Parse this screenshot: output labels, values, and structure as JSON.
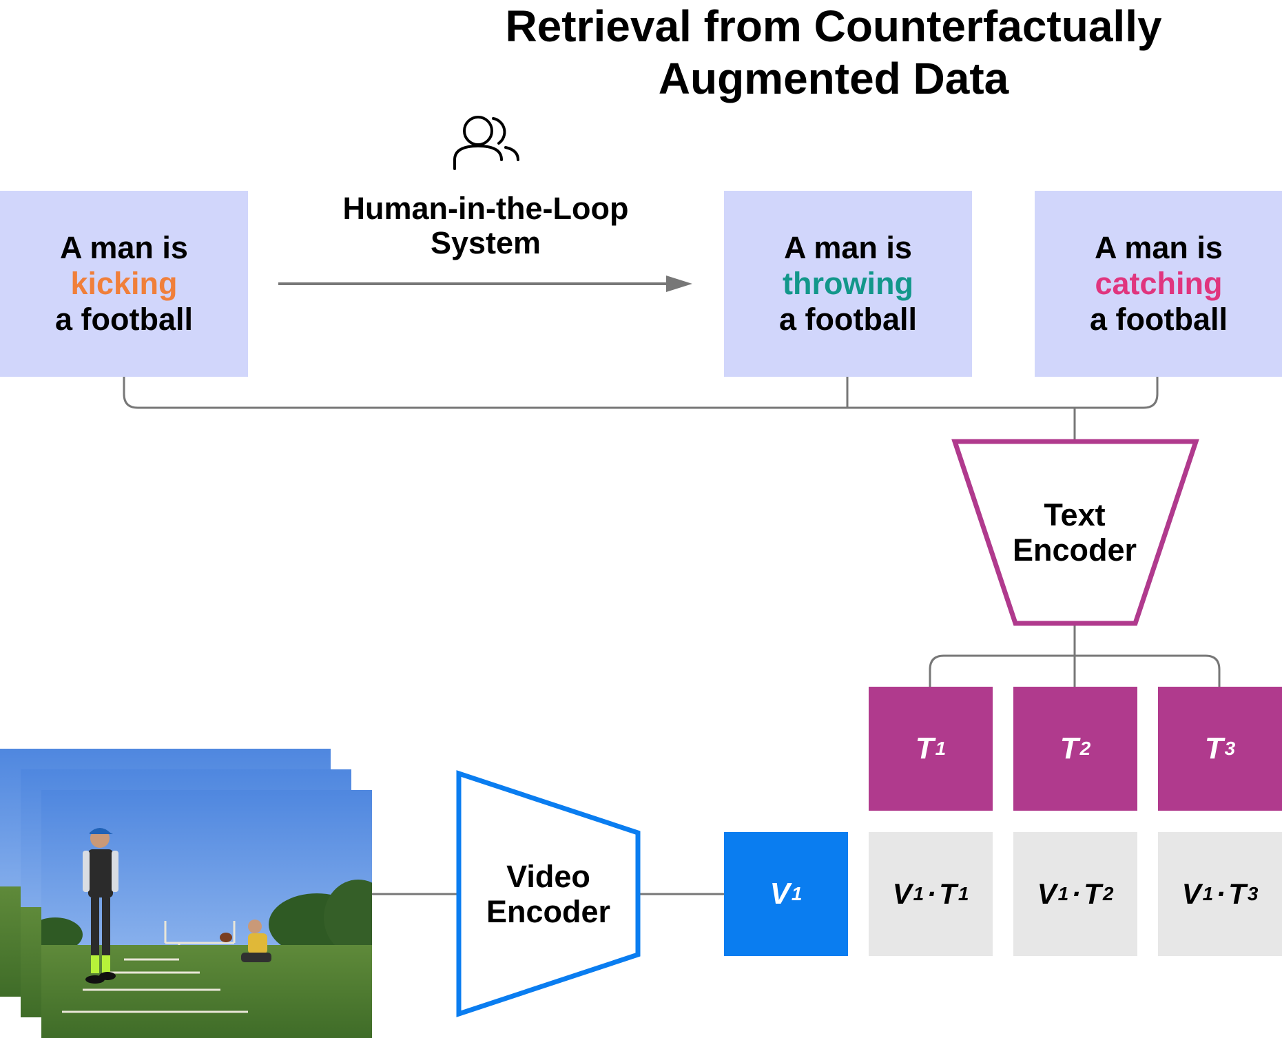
{
  "title": {
    "line1": "Retrieval from Counterfactually",
    "line2": "Augmented Data"
  },
  "hitl": {
    "line1": "Human-in-the-Loop",
    "line2": "System",
    "icon": "users-icon"
  },
  "captions": [
    {
      "prefix": "A man is",
      "verb": "kicking",
      "suffix": "a football",
      "verb_color": "#f07f3a"
    },
    {
      "prefix": "A man is",
      "verb": "throwing",
      "suffix": "a football",
      "verb_color": "#12978a"
    },
    {
      "prefix": "A man is",
      "verb": "catching",
      "suffix": "a football",
      "verb_color": "#e0357e"
    }
  ],
  "text_encoder": {
    "line1": "Text",
    "line2": "Encoder",
    "color": "#b03a8d"
  },
  "video_encoder": {
    "line1": "Video",
    "line2": "Encoder",
    "color": "#0a7df0"
  },
  "text_embeddings": [
    {
      "letter": "T",
      "sub": "1"
    },
    {
      "letter": "T",
      "sub": "2"
    },
    {
      "letter": "T",
      "sub": "3"
    }
  ],
  "video_embedding": {
    "letter": "V",
    "sub": "1"
  },
  "scores": [
    {
      "v": "V",
      "v_sub": "1",
      "t": "T",
      "t_sub": "1"
    },
    {
      "v": "V",
      "v_sub": "1",
      "t": "T",
      "t_sub": "2"
    },
    {
      "v": "V",
      "v_sub": "1",
      "t": "T",
      "t_sub": "3"
    }
  ],
  "colors": {
    "caption_bg": "#d1d6fb",
    "connector": "#777777",
    "score_bg": "#e7e7e7"
  }
}
